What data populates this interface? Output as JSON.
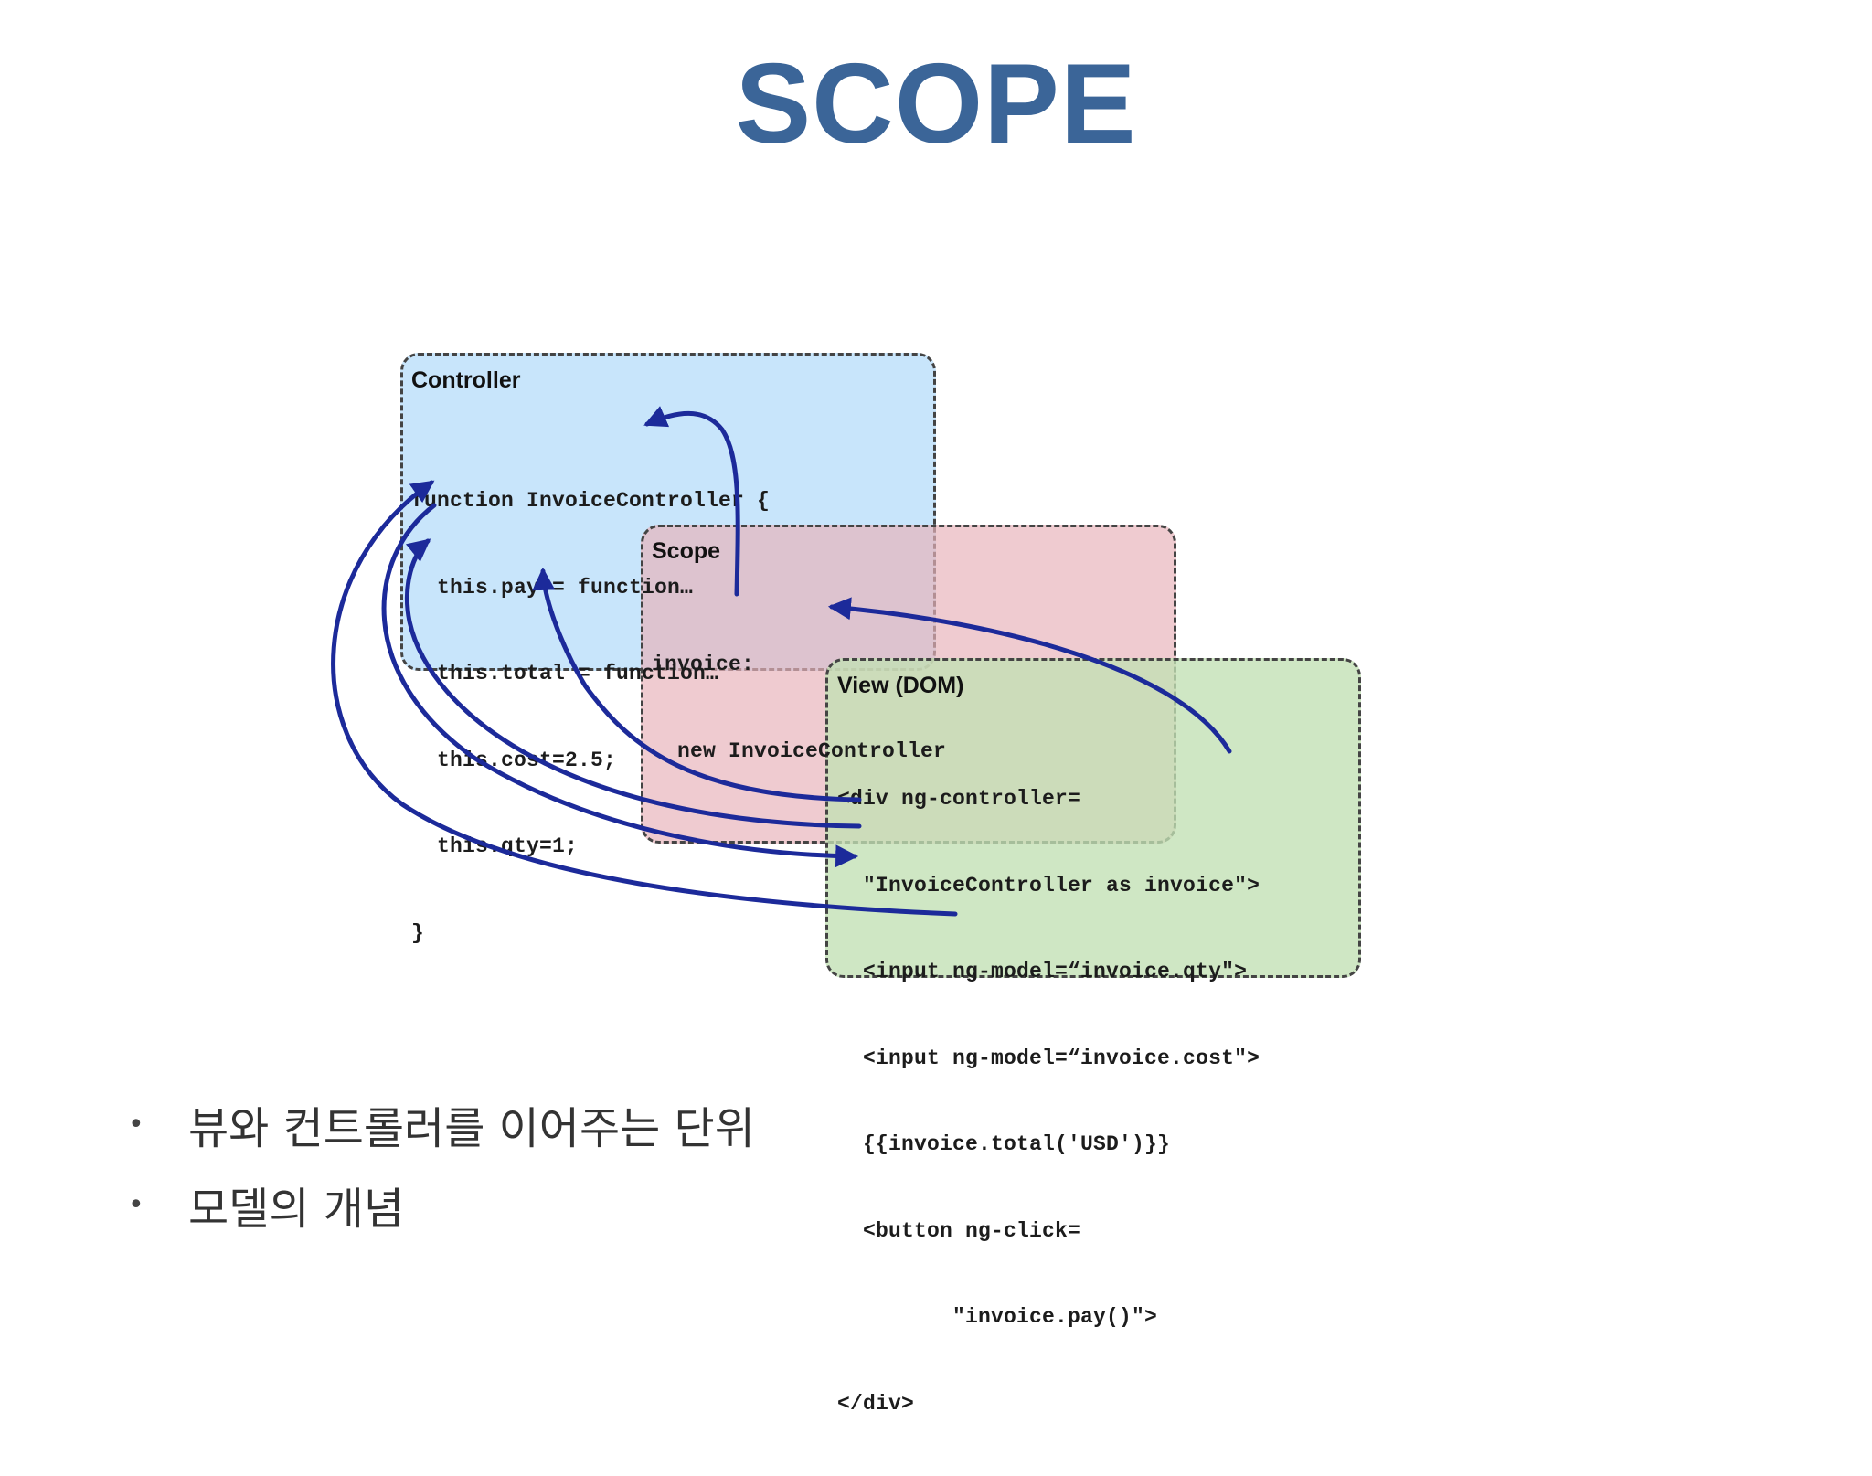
{
  "title": "SCOPE",
  "diagram": {
    "controller": {
      "label": "Controller",
      "code": [
        "function InvoiceController {",
        "  this.pay = function…",
        "  this.total = function…",
        "  this.cost=2.5;",
        "  this.qty=1;",
        "}"
      ]
    },
    "scope": {
      "label": "Scope",
      "code": [
        "invoice:",
        "  new InvoiceController"
      ]
    },
    "view": {
      "label": "View (DOM)",
      "code": [
        "<div ng-controller=",
        "  \"InvoiceController as invoice\">",
        "  <input ng-model=“invoice.qty\">",
        "  <input ng-model=“invoice.cost\">",
        "  {{invoice.total('USD')}}",
        "  <button ng-click=",
        "         \"invoice.pay()\">",
        "</div>"
      ]
    },
    "arrow_color": "#1c2a9a"
  },
  "bullets": [
    "뷰와 컨트롤러를 이어주는 단위",
    "모델의 개념"
  ]
}
